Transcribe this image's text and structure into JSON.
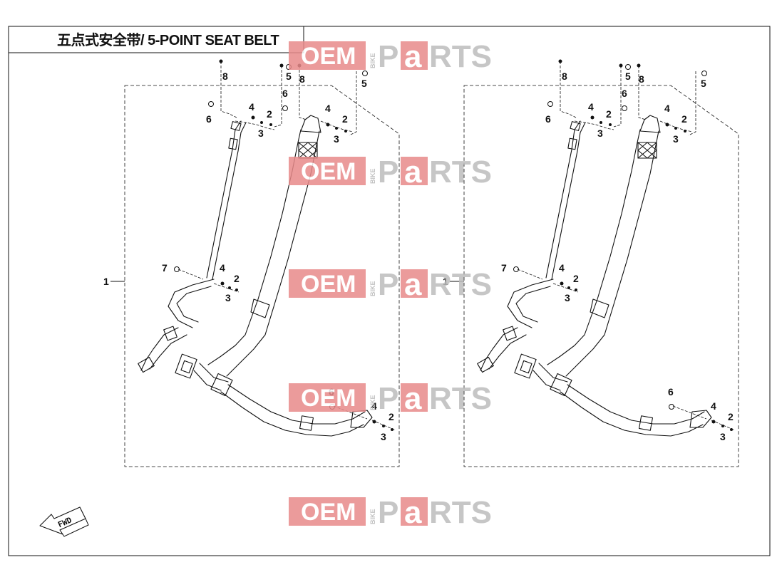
{
  "title": "五点式安全带/ 5-POINT SEAT BELT",
  "watermark": {
    "oem": "OEM",
    "bike": "BIKE",
    "p": "P",
    "a": "a",
    "rts": "RTS"
  },
  "watermark_color": "#e88a8a",
  "fwd_label": "FWD",
  "assembly_label": "1",
  "callouts": [
    "2",
    "3",
    "4",
    "5",
    "6",
    "7",
    "8"
  ]
}
